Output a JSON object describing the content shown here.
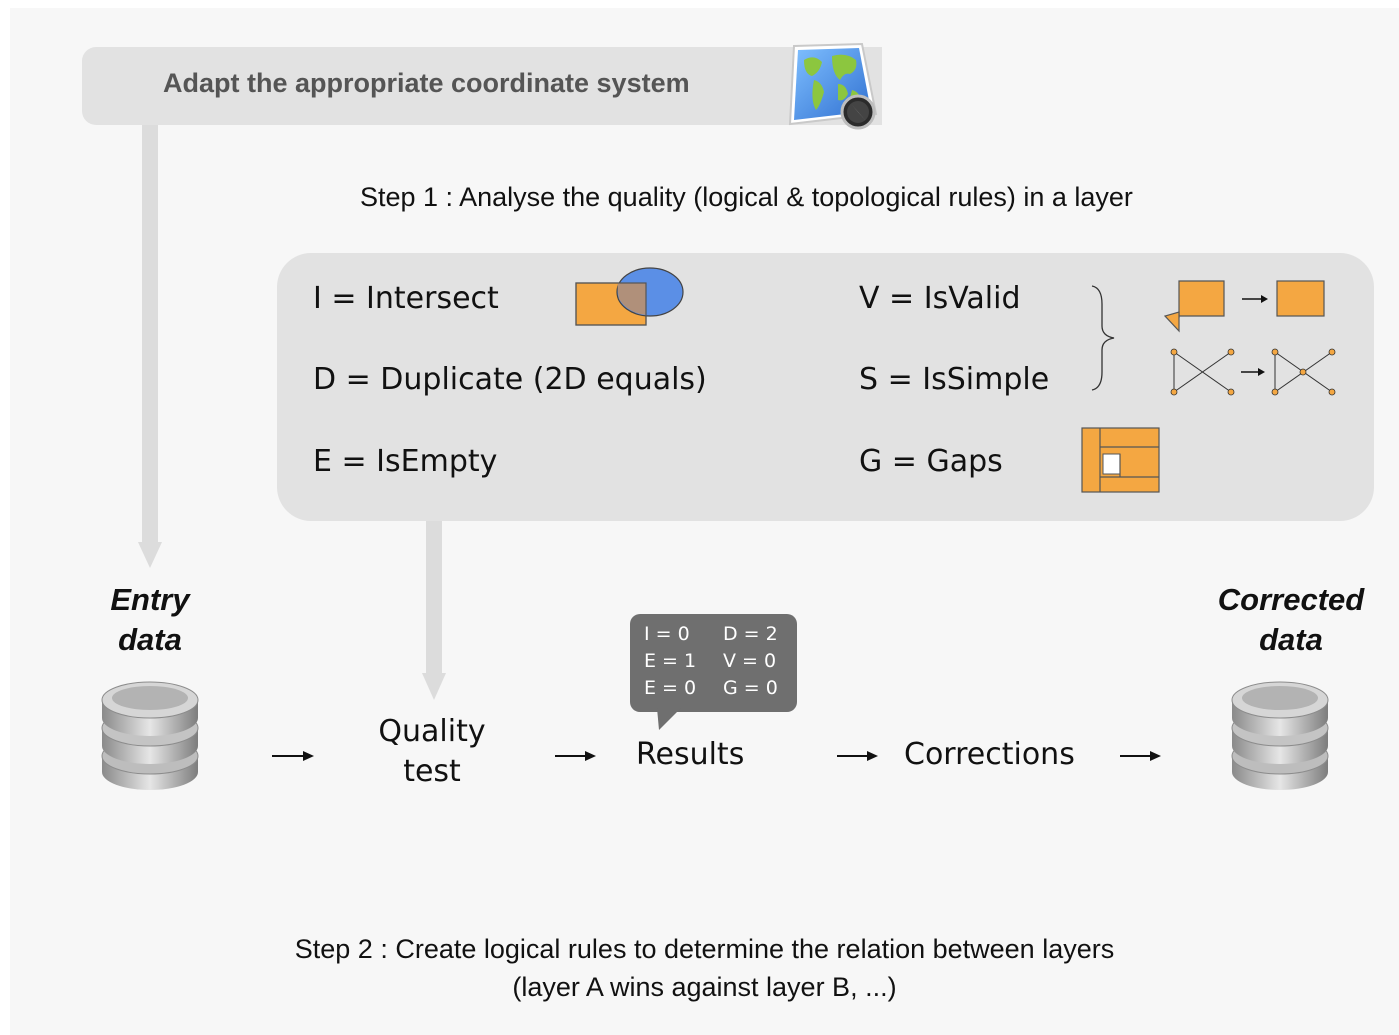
{
  "banner": {
    "title": "Adapt the appropriate coordinate system",
    "icon": "map-compass-icon"
  },
  "step1": {
    "title": "Step 1 : Analyse the quality (logical & topological rules) in a layer"
  },
  "rules": {
    "intersect": "I = Intersect",
    "duplicate": "D = Duplicate (2D equals)",
    "is_empty": "E = IsEmpty",
    "is_valid": "V = IsValid",
    "is_simple": "S = IsSimple",
    "gaps": "G = Gaps"
  },
  "flow": {
    "entry_line1": "Entry",
    "entry_line2": "data",
    "quality_line1": "Quality",
    "quality_line2": "test",
    "results": "Results",
    "corrections": "Corrections",
    "corrected_line1": "Corrected",
    "corrected_line2": "data"
  },
  "results_bubble": {
    "i": "I = 0",
    "d": "D = 2",
    "e1": "E = 1",
    "v": "V = 0",
    "e0": "E = 0",
    "g": "G = 0"
  },
  "step2": {
    "line1": "Step 2 : Create logical rules to determine the relation between layers",
    "line2": "(layer A wins against layer B, ...)"
  },
  "colors": {
    "orange": "#f4a742",
    "blue": "#5b8fe6",
    "panel": "#e2e2e2",
    "connector": "#dcdcdc",
    "bubble": "#6f6f6f"
  }
}
